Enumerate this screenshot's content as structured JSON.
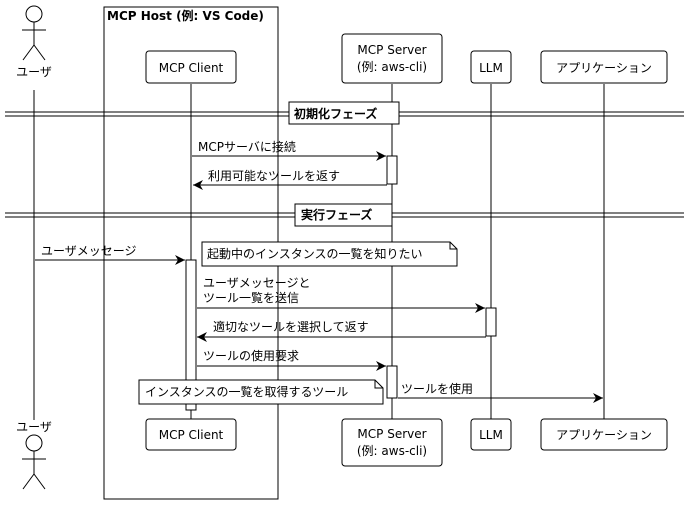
{
  "group": {
    "title": "MCP Host (例: VS Code)"
  },
  "actors": {
    "user": {
      "label": "ユーザ"
    }
  },
  "participants": {
    "client": {
      "label": "MCP Client"
    },
    "server": {
      "line1": "MCP Server",
      "line2": "(例: aws-cli)"
    },
    "llm": {
      "label": "LLM"
    },
    "app": {
      "label": "アプリケーション"
    }
  },
  "phases": {
    "init": "初期化フェーズ",
    "exec": "実行フェーズ"
  },
  "messages": {
    "connect": "MCPサーバに接続",
    "return_tools": "利用可能なツールを返す",
    "user_message": "ユーザメッセージ",
    "send_line1": "ユーザメッセージと",
    "send_line2": "ツール一覧を送信",
    "select_tool": "適切なツールを選択して返す",
    "use_request": "ツールの使用要求",
    "use_tool": "ツールを使用"
  },
  "notes": {
    "want_list": "起動中のインスタンスの一覧を知りたい",
    "list_tool": "インスタンスの一覧を取得するツール"
  }
}
